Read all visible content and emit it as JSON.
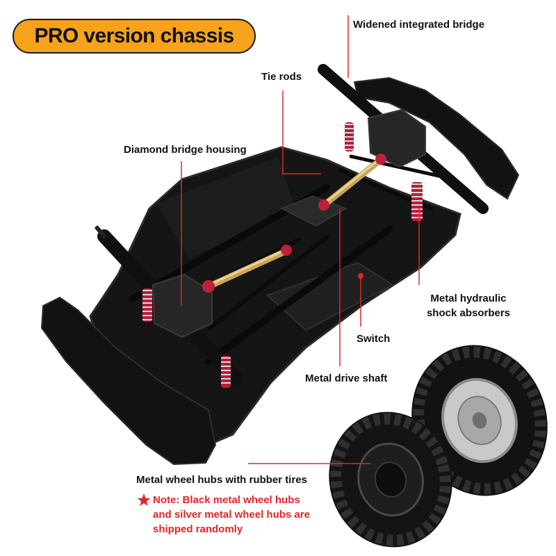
{
  "badge": {
    "text": "PRO version chassis"
  },
  "labels": {
    "widened_bridge": "Widened integrated bridge",
    "tie_rods": "Tie rods",
    "diamond_housing": "Diamond bridge housing",
    "shock_absorbers": [
      "Metal hydraulic",
      "shock absorbers"
    ],
    "switch": "Switch",
    "drive_shaft": "Metal drive shaft",
    "wheel_hubs": "Metal wheel hubs with rubber tires"
  },
  "note": {
    "icon": "star-icon",
    "lines": [
      "Note: Black metal wheel hubs",
      "and silver metal wheel hubs are",
      "shipped randomly"
    ]
  },
  "colors": {
    "badge": "#f7a21b",
    "accent": "#e0262a",
    "text": "#111111"
  }
}
